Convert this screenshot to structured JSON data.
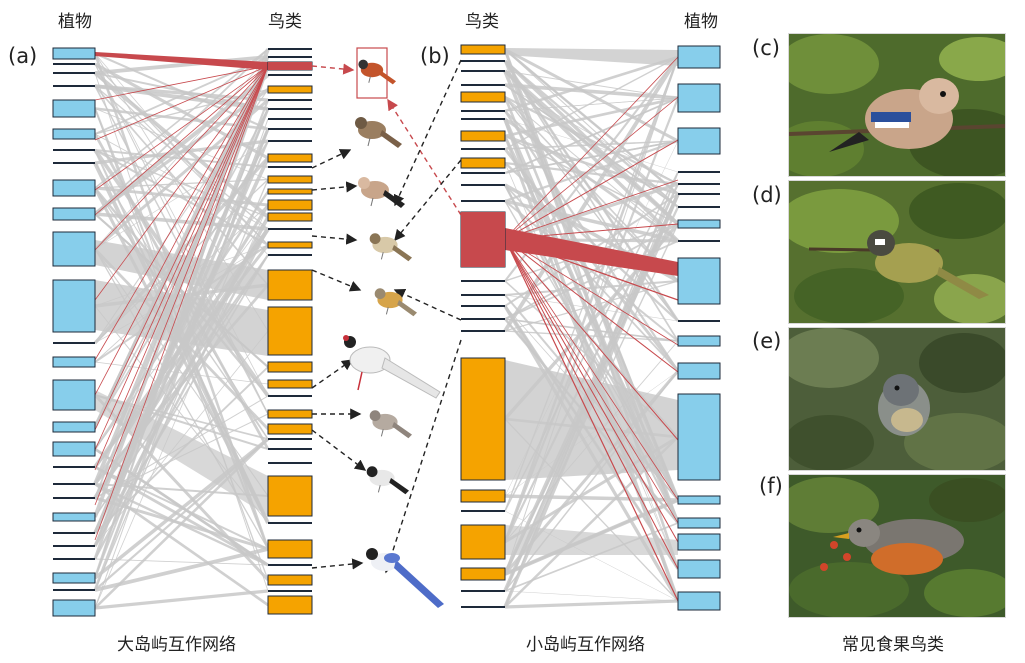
{
  "headers": {
    "a_left": "植物",
    "a_right": "鸟类",
    "b_left": "鸟类",
    "b_right": "植物"
  },
  "panel_labels": [
    "(a)",
    "(b)",
    "(c)",
    "(d)",
    "(e)",
    "(f)"
  ],
  "captions": {
    "big_island": "大岛屿互作网络",
    "small_island": "小岛屿互作网络",
    "photos": "常见食果鸟类"
  },
  "colors": {
    "plant": "#87ceeb",
    "bird": "#f5a300",
    "link": "#c8c8c8",
    "highlight": "#c7494d",
    "arrow": "#222222"
  },
  "photo_subjects": [
    "jay-photo",
    "bulbul-photo",
    "fulvetta-photo",
    "thrush-photo"
  ],
  "bird_illustrations": [
    "redstart",
    "laughingthrush",
    "jay",
    "thrush",
    "babbler",
    "silver-pheasant",
    "dove",
    "magpie-robin",
    "blue-magpie"
  ]
}
